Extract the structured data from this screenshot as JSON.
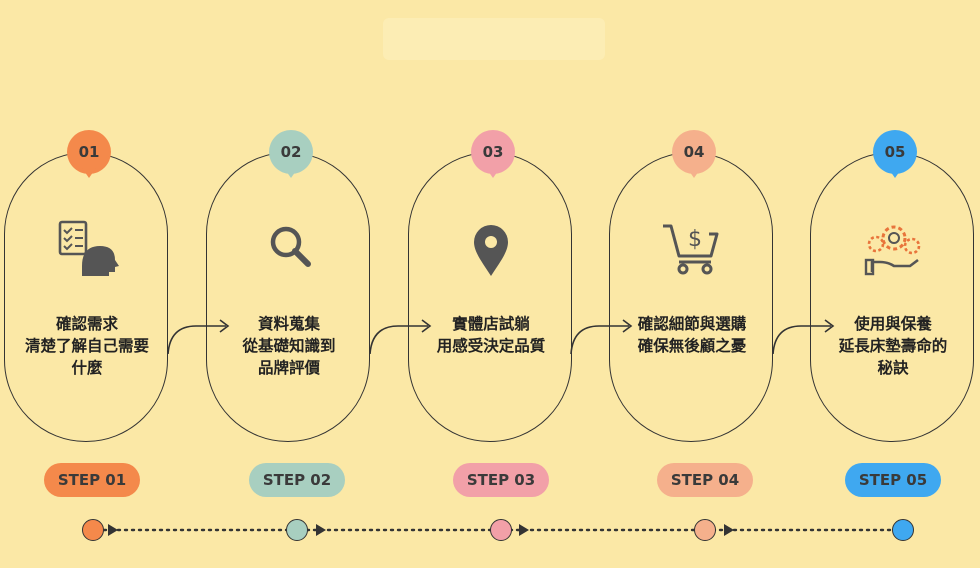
{
  "steps": [
    {
      "number": "01",
      "lines": [
        "確認需求",
        "清楚了解自己需要",
        "什麼"
      ],
      "label": "STEP 01",
      "color": "#f4894b",
      "icon": "checklist-head-icon"
    },
    {
      "number": "02",
      "lines": [
        "資料蒐集",
        "從基礎知識到",
        "品牌評價"
      ],
      "label": "STEP 02",
      "color": "#a8cfc0",
      "icon": "magnifier-icon"
    },
    {
      "number": "03",
      "lines": [
        "實體店試躺",
        "用感受決定品質"
      ],
      "label": "STEP 03",
      "color": "#f2a0a8",
      "icon": "location-pin-icon"
    },
    {
      "number": "04",
      "lines": [
        "確認細節與選購",
        "確保無後顧之憂"
      ],
      "label": "STEP 04",
      "color": "#f5b08c",
      "icon": "shopping-cart-dollar-icon"
    },
    {
      "number": "05",
      "lines": [
        "使用與保養",
        "延長床墊壽命的",
        "秘訣"
      ],
      "label": "STEP 05",
      "color": "#3fa8f0",
      "icon": "gears-hand-icon"
    }
  ]
}
